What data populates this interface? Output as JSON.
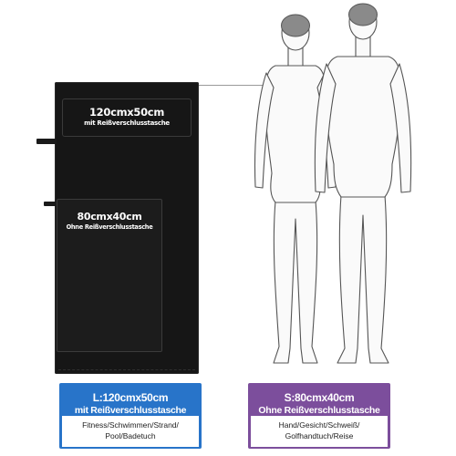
{
  "large_towel": {
    "size_label": "120cmx50cm",
    "sub_label": "mit Reißverschlusstasche"
  },
  "small_towel": {
    "size_label": "80cmx40cm",
    "sub_label": "Ohne Reißverschlusstasche"
  },
  "info_large": {
    "title": "L:120cmx50cm",
    "subtitle": "mit Reißverschlusstasche",
    "uses_line1": "Fitness/Schwimmen/Strand/",
    "uses_line2": "Pool/Badetuch",
    "color": "#2874c9"
  },
  "info_small": {
    "title": "S:80cmx40cm",
    "subtitle": "Ohne Reißverschlusstasche",
    "uses_line1": "Hand/Gesicht/Schweiß/",
    "uses_line2": "Golfhandtuch/Reise",
    "color": "#7c4e9c"
  },
  "icons": [
    "hanging-loop-icon",
    "female-figure",
    "male-figure"
  ]
}
